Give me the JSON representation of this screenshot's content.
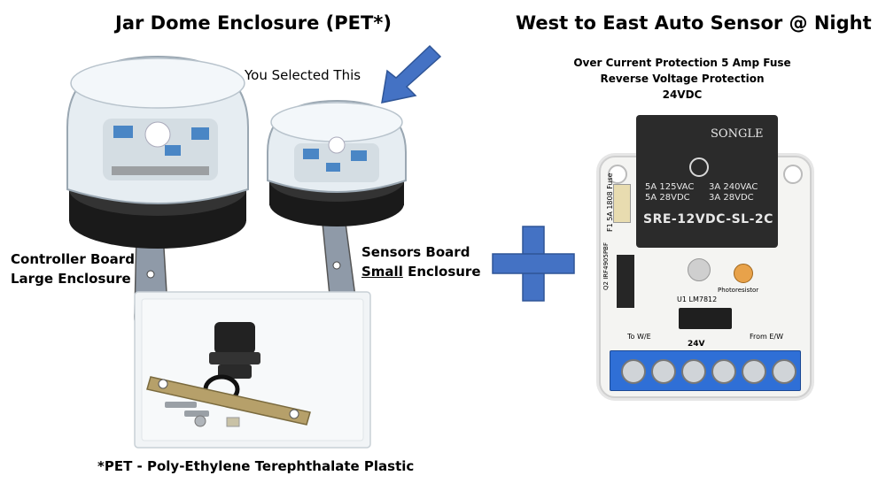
{
  "left_title": "Jar Dome Enclosure (PET*)",
  "right_title": "West to East Auto Sensor @ Night",
  "selected_note": "You Selected This",
  "controller_label": {
    "line1": "Controller Board",
    "line2": "Large Enclosure"
  },
  "sensors_label": {
    "line1": "Sensors Board",
    "line2_underlined": "Small",
    "line2_rest": " Enclosure"
  },
  "footnote": "*PET - Poly-Ethylene Terephthalate Plastic",
  "specs": [
    "Over Current Protection 5 Amp Fuse",
    "Reverse Voltage Protection",
    "24VDC"
  ],
  "relay": {
    "brand": "SONGLE",
    "rating_left": [
      "5A 125VAC",
      "5A 28VDC"
    ],
    "rating_right": [
      "3A 240VAC",
      "3A 28VDC"
    ],
    "model": "SRE-12VDC-SL-2C"
  },
  "board_text": {
    "to_we": "To W/E",
    "from_ew": "From E/W",
    "voltage": "24V",
    "regulator": "U1 LM7812",
    "photo": "Photoresistor",
    "fuse": "F1 5A 1808 Fuse",
    "mosfet": "Q2 IRF4905PBF"
  },
  "colors": {
    "arrow": "#4472C4",
    "plus": "#4472C4",
    "board": "#f4f4f2",
    "terminal": "#2f6fd6",
    "relay": "#2b2b2b"
  },
  "icons": {
    "arrow": "arrow-down-left-icon",
    "plus": "plus-icon"
  }
}
